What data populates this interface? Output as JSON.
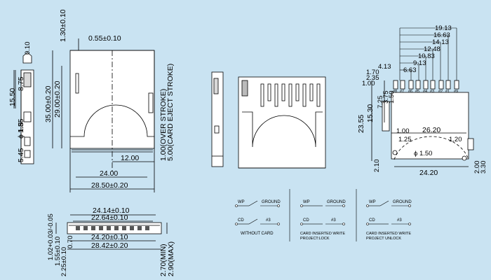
{
  "side_view": {
    "dims": {
      "d_0_10": "0.10",
      "d_15_50": "15.50",
      "d_8_75": "8.75",
      "d_1_35": "1.35",
      "d_phi_1_5": "ϕ 1.5",
      "d_5_45": "5.45"
    }
  },
  "top_view": {
    "dims": {
      "d_1_30": "1.30±0.10",
      "d_0_55": "0.55±0.10",
      "d_35_00": "35.00±0.20",
      "d_29_00": "29.00±0.20",
      "over_stroke": "1.00(OVER STROKE)",
      "eject_stroke": "5.00(CARD EJECT STROKE)",
      "d_12_00": "12.00",
      "d_24_00": "24.00",
      "d_28_50": "28.50±0.20"
    }
  },
  "front_view": {
    "dims": {
      "d_24_14": "24.14±0.10",
      "d_22_64": "22.64±0.10",
      "d_24_20": "24.20±0.10",
      "d_28_42": "28.42±0.20",
      "d_1_02": "1.02+0.03/-0.05",
      "d_1_55": "1.55±0.10",
      "d_2_25": "2.25±0.10",
      "d_0_70": "0.70",
      "d_2_70": "2.70(MIN)",
      "d_2_90": "2.90(MAX)"
    }
  },
  "pcb_layout": {
    "dims": {
      "d_19_13": "19.13",
      "d_16_63": "16.63",
      "d_14_13": "14.13",
      "d_12_48": "12.48",
      "d_10_83": "10.83",
      "d_9_13": "9.13",
      "d_6_63": "6.63",
      "d_4_13": "4.13",
      "d_1_70": "1.70",
      "d_2_35": "2.35",
      "d_1_00a": "1.00",
      "d_7_25": "7.25",
      "d_3_75": "3.75",
      "d_1_50": "1.50",
      "d_23_55": "23.55",
      "d_15_30": "15.30",
      "d_1_00b": "1.00",
      "d_26_20": "26.20",
      "d_1_25": "1.25",
      "d_1_20": "1.20",
      "d_phi_1_50": "ϕ 1.50",
      "d_2_10": "2.10",
      "d_24_20": "24.20",
      "d_2_00": "2.00",
      "d_3_30": "3.30"
    },
    "pins": [
      "#8",
      "#7",
      "#6",
      "#5",
      "#4",
      "#3",
      "#2",
      "#1",
      "#9"
    ]
  },
  "switches": [
    {
      "wp": "WP",
      "ground": "GROUND",
      "cd": "CD",
      "pin3": "#3",
      "caption": "WITHOUT CARD"
    },
    {
      "wp": "WP",
      "ground": "GROUND",
      "cd": "CD",
      "pin3": "#3",
      "caption": "CARD INSERTED WRITE PROJECT:LOCK"
    },
    {
      "wp": "WP",
      "ground": "GROUND",
      "cd": "CD",
      "pin3": "#3",
      "caption": "CARD INSERTED WRITE PROJECT UNLOCK"
    }
  ]
}
